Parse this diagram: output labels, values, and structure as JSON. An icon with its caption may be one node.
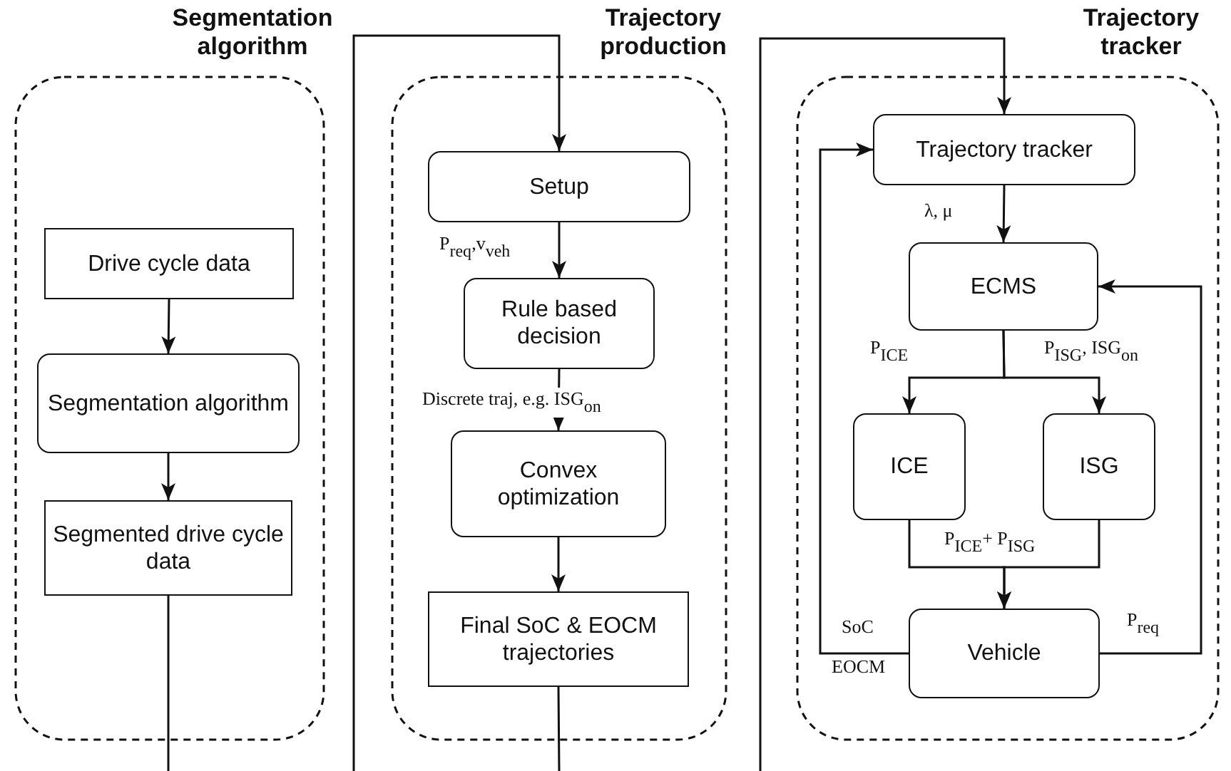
{
  "diagram": {
    "nodes": [
      {
        "text": [
          "Segmentation algorithm"
        ]
      },
      {
        "text": [
          "Drive cycle data"
        ],
        "in": 0
      },
      {
        "text": [
          "Segmentation algorithm"
        ],
        "in": 0
      },
      {
        "text": [
          "Segmented drive cycle data"
        ],
        "in": 0
      },
      {
        "text": [
          "Trajectory production"
        ]
      },
      {
        "text": [
          "Setup"
        ],
        "in": 4
      },
      {
        "text": [
          "Rule based decision"
        ],
        "in": 4
      },
      {
        "text": [
          "Convex optimization"
        ],
        "in": 4
      },
      {
        "text": [
          "Final SoC & EOCM trajectories"
        ],
        "in": 4
      },
      {
        "text": [
          "Trajectory tracker"
        ]
      },
      {
        "text": [
          "Trajectory tracker"
        ],
        "in": 9
      },
      {
        "text": [
          "ECMS"
        ],
        "in": 9
      },
      {
        "text": [
          "ICE"
        ],
        "in": 9
      },
      {
        "text": [
          "ISG"
        ],
        "in": 9
      },
      {
        "text": [
          "Vehicle"
        ],
        "in": 9
      }
    ],
    "edges": [
      {
        "from": 1,
        "to": 2,
        "arrow": "to"
      },
      {
        "from": 2,
        "to": 3,
        "arrow": "to"
      },
      {
        "from": 3,
        "to": null,
        "arrow": "none"
      },
      {
        "from": null,
        "to": 5,
        "arrow": "to"
      },
      {
        "from": 5,
        "to": 6,
        "arrow": "to",
        "label": "P$_{req}$,v$_{veh}$"
      },
      {
        "from": 6,
        "to": 7,
        "arrow": "to",
        "label": "Discrete traj, e.g. ISG$_{on}$"
      },
      {
        "from": 7,
        "to": 8,
        "arrow": "to"
      },
      {
        "from": 8,
        "to": null,
        "arrow": "none"
      },
      {
        "from": null,
        "to": 10,
        "arrow": "to"
      },
      {
        "from": 10,
        "to": 11,
        "arrow": "to",
        "label": "λ, μ"
      },
      {
        "from": 11,
        "to": 12,
        "arrow": "to",
        "label": "P$_{ICE}$"
      },
      {
        "from": 11,
        "to": 13,
        "arrow": "to",
        "label": "P$_{ISG}$, ISG$_{on}$"
      },
      {
        "from": 12,
        "to": 14,
        "arrow": "to",
        "label": "P$_{ICE}$+ P$_{ISG}$"
      },
      {
        "from": 13,
        "to": 14,
        "arrow": "to"
      },
      {
        "from": 14,
        "to": 10,
        "arrow": "to",
        "label": "SoC"
      },
      {
        "from": 14,
        "to": 11,
        "arrow": "to",
        "label": "P$_{req}$"
      }
    ],
    "labels": [
      "EOCM"
    ]
  }
}
